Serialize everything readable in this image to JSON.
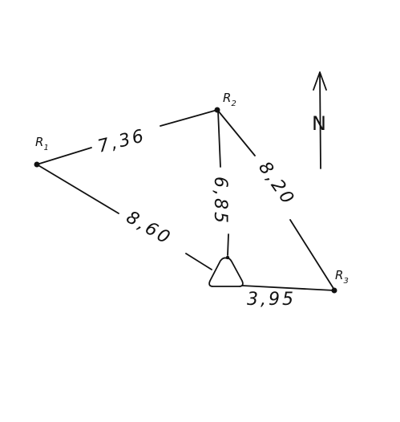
{
  "points": {
    "r1": {
      "label": "R",
      "index": "1"
    },
    "r2": {
      "label": "R",
      "index": "2"
    },
    "r3": {
      "label": "R",
      "index": "3"
    }
  },
  "distances": {
    "r1_r2": "7,36",
    "r1_station": "8,60",
    "r2_station": "6,85",
    "r2_r3": "8,20",
    "station_r3": "3,95"
  },
  "north": {
    "letter": "N"
  }
}
